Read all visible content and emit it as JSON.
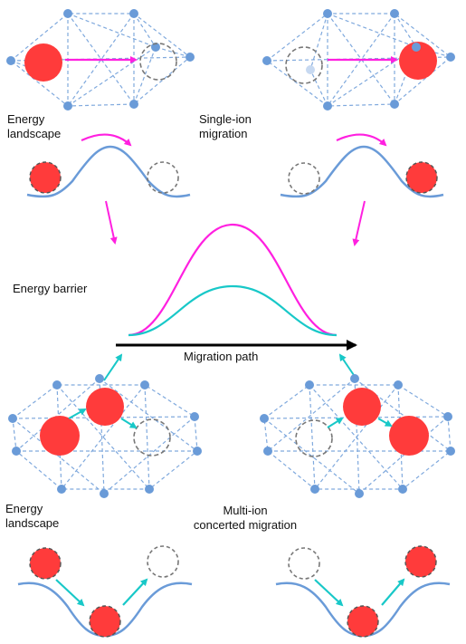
{
  "labels": {
    "energy_landscape_top": "Energy\nlandscape",
    "single_ion": "Single-ion\nmigration",
    "energy_barrier": "Energy barrier",
    "migration_path": "Migration path",
    "energy_landscape_bottom": "Energy\nlandscape",
    "multi_ion": "Multi-ion\nconcerted migration"
  },
  "colors": {
    "ion_red": "#ff3b3b",
    "lattice_blue": "#6a9bd8",
    "magenta": "#ff20e0",
    "cyan": "#18c8c8",
    "black": "#000000",
    "vacancy_gray": "#777777"
  },
  "icons": [
    "ion-circle",
    "vacancy-circle",
    "lattice-node",
    "arrow"
  ]
}
